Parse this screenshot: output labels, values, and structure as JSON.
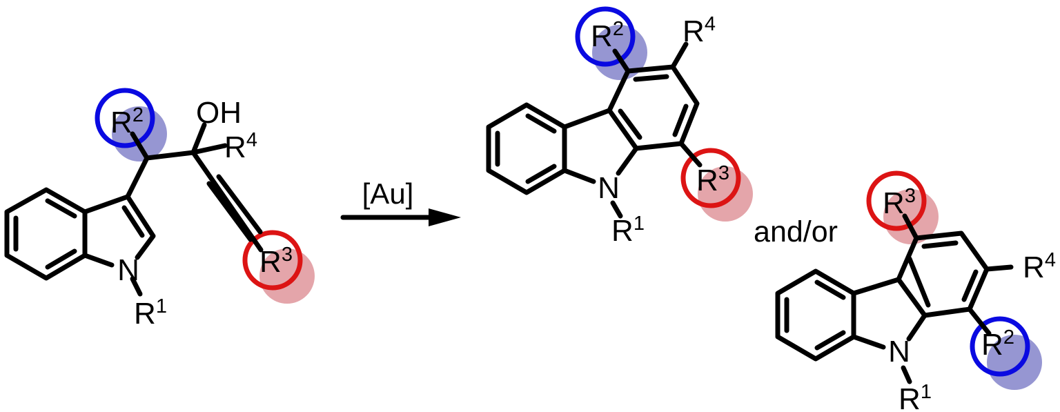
{
  "scheme": {
    "arrow_label": "[Au]",
    "connector_label": "and/or",
    "atom_labels": {
      "hydroxyl": "OH",
      "nitrogen": "N"
    },
    "r_groups": {
      "r1": {
        "base": "R",
        "sup": "1"
      },
      "r2": {
        "base": "R",
        "sup": "2"
      },
      "r3": {
        "base": "R",
        "sup": "3"
      },
      "r4": {
        "base": "R",
        "sup": "4"
      }
    },
    "colors": {
      "bond": "#000000",
      "background": "#ffffff",
      "r2_circle": "#0a0ae1",
      "r3_circle": "#dc1414",
      "r2_shadow": "#9696d2",
      "r3_shadow": "#e4a5aa"
    }
  }
}
